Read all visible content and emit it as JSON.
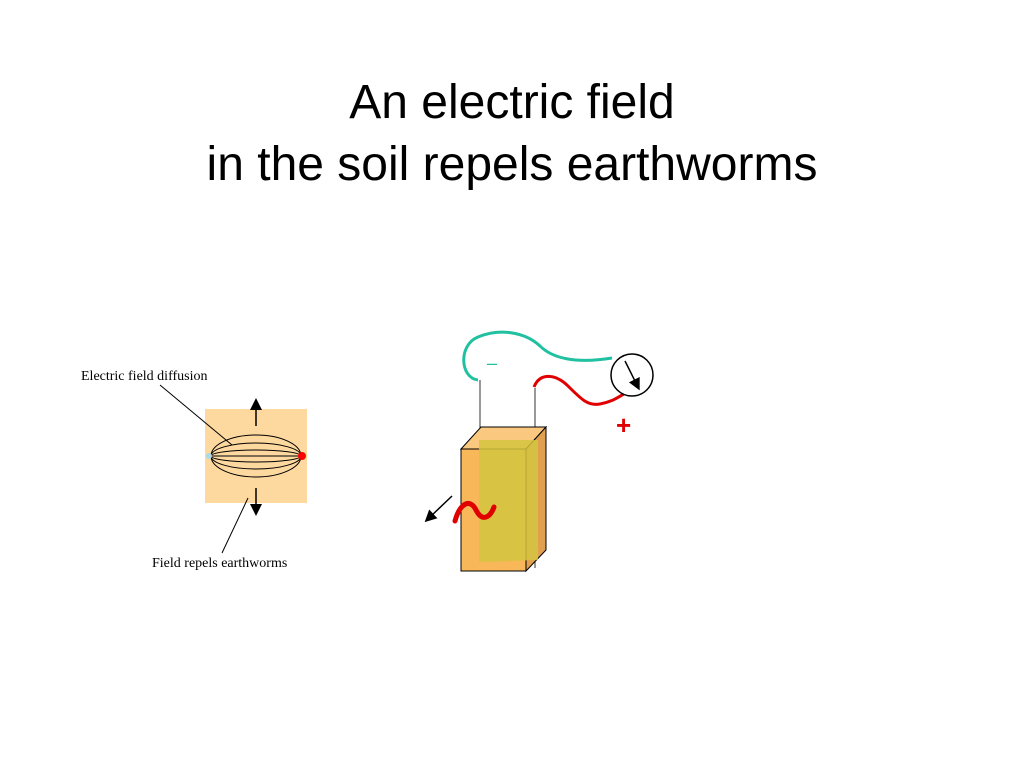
{
  "slide": {
    "title_line1": "An electric field",
    "title_line2": "in the soil repels earthworms"
  },
  "left_diagram": {
    "label_top": "Electric field diffusion",
    "label_bottom": "Field repels earthworms",
    "soil_color": "#FDD9A0",
    "electrode_positive_color": "#FF0000",
    "electrode_negative_color": "#ADD8E6"
  },
  "right_diagram": {
    "negative_symbol": "–",
    "positive_symbol": "+",
    "negative_wire_color": "#20C0A0",
    "positive_wire_color": "#E00000",
    "box_front_color": "#F8B85A",
    "box_inner_color": "#D4C440",
    "worm_color": "#E00000",
    "worm_glyph": "~",
    "meter_icon": "gauge-icon"
  }
}
